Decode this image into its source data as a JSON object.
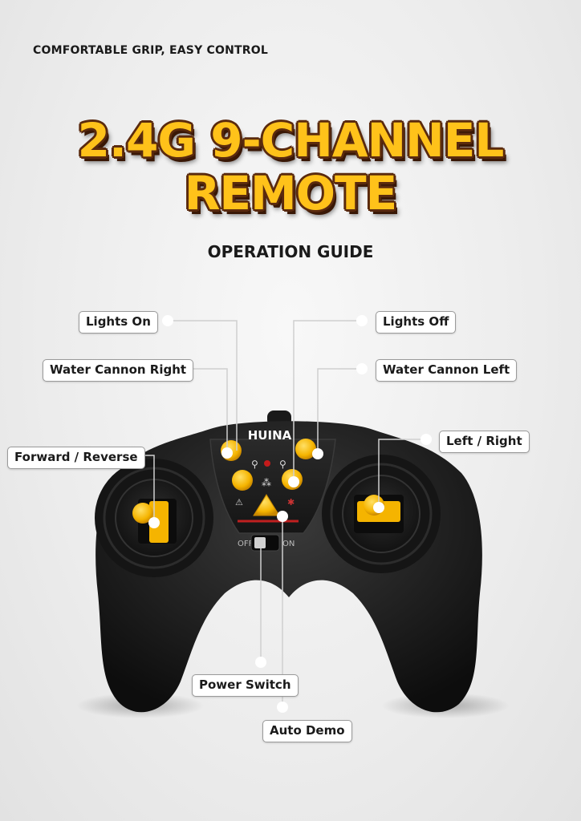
{
  "tagline": "COMFORTABLE GRIP,  EASY CONTROL",
  "title": {
    "line1": "2.4G 9-CHANNEL",
    "line2": "REMOTE"
  },
  "subtitle": "OPERATION GUIDE",
  "brand": "HUINA",
  "switch": {
    "off": "OFF",
    "on": "ON"
  },
  "callouts": {
    "lights_on": "Lights On",
    "lights_off": "Lights Off",
    "water_cannon_right": "Water Cannon Right",
    "water_cannon_left": "Water Cannon Left",
    "forward_reverse": "Forward / Reverse",
    "left_right": "Left / Right",
    "power_switch": "Power Switch",
    "auto_demo": "Auto Demo"
  },
  "colors": {
    "accent": "#ffc21a",
    "title_outline": "#5a2a0e",
    "body": "#1c1c1c"
  }
}
